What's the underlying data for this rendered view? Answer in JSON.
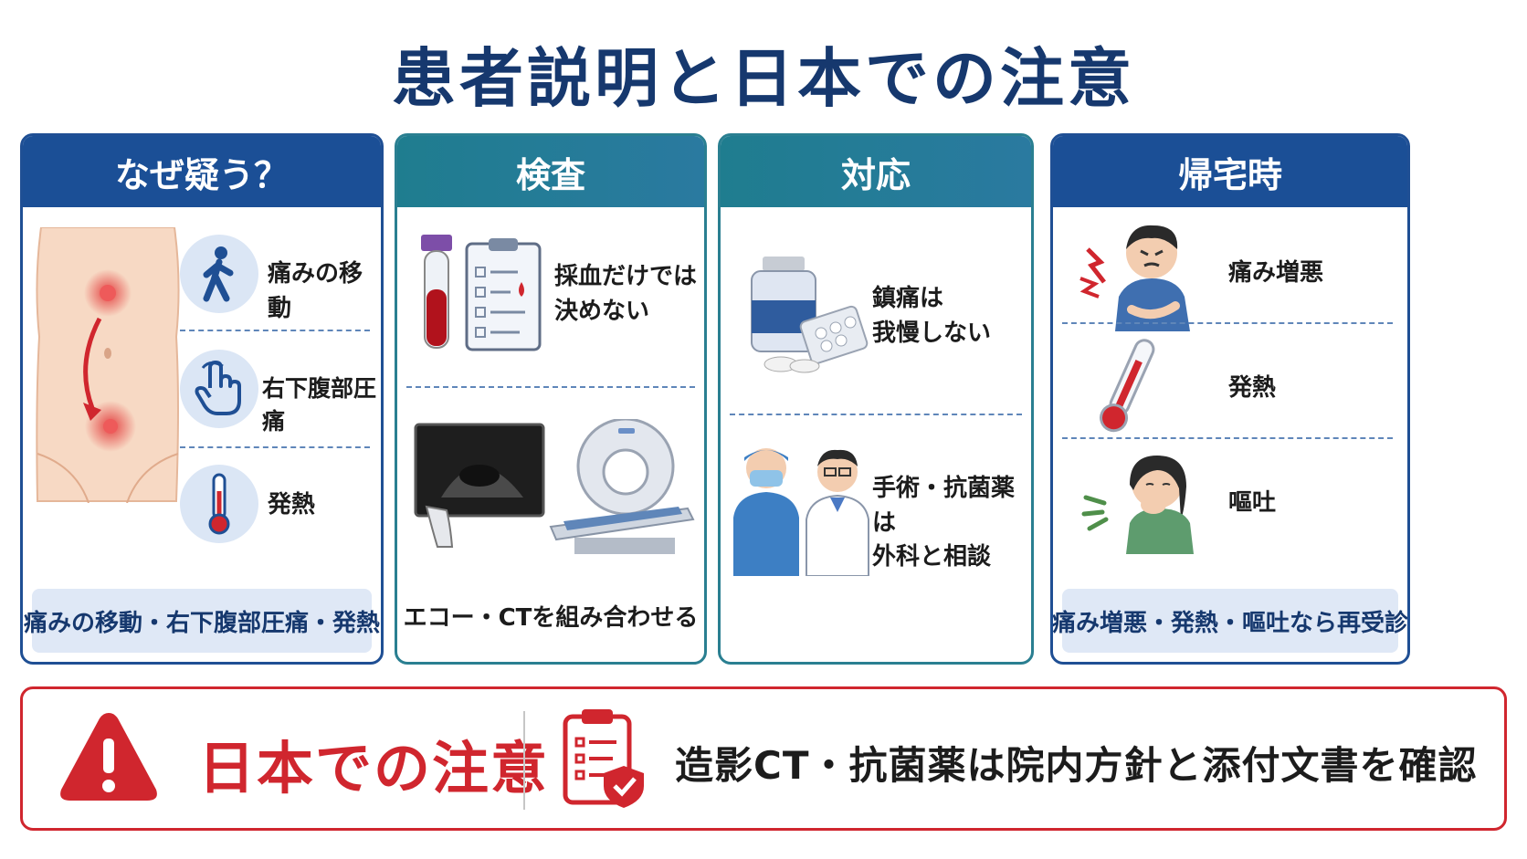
{
  "title": "患者説明と日本での注意",
  "colors": {
    "navy": "#16386e",
    "blue_header": "#1b4f96",
    "teal_header": "#1f7d8f",
    "red": "#d0262e",
    "light_blue": "#dfe8f6"
  },
  "cards": [
    {
      "header": "なぜ疑う？",
      "items": [
        {
          "label": "痛みの移動",
          "icon": "walking-person-icon"
        },
        {
          "label": "右下腹部圧痛",
          "icon": "pressing-hand-icon"
        },
        {
          "label": "発熱",
          "icon": "thermometer-icon"
        }
      ],
      "summary": "痛みの移動・右下腹部圧痛・発熱"
    },
    {
      "header": "検査",
      "items": [
        {
          "label_line1": "採血だけでは",
          "label_line2": "決めない",
          "icon": "blood-tube-clipboard-icon"
        },
        {
          "icon": "ultrasound-ct-scanner-icon"
        }
      ],
      "summary": "エコー・CTを組み合わせる"
    },
    {
      "header": "対応",
      "items": [
        {
          "label_line1": "鎮痛は",
          "label_line2": "我慢しない",
          "icon": "medicine-bottle-pills-icon"
        },
        {
          "label_line1": "手術・抗菌薬は",
          "label_line2": "外科と相談",
          "icon": "surgeon-doctor-icon"
        }
      ]
    },
    {
      "header": "帰宅時",
      "items": [
        {
          "label": "痛み増悪",
          "icon": "person-in-pain-icon"
        },
        {
          "label": "発熱",
          "icon": "thermometer-icon"
        },
        {
          "label": "嘔吐",
          "icon": "vomiting-person-icon"
        }
      ],
      "summary": "痛み増悪・発熱・嘔吐なら再受診"
    }
  ],
  "warning": {
    "title": "日本での注意",
    "text": "造影CT・抗菌薬は院内方針と添付文書を確認",
    "icons": [
      "warning-triangle-icon",
      "clipboard-shield-icon"
    ]
  }
}
